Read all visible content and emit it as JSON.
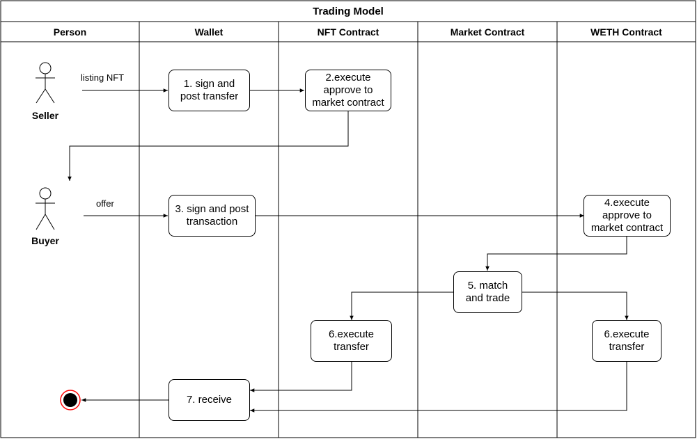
{
  "title": "Trading Model",
  "lanes": [
    {
      "id": "person",
      "label": "Person"
    },
    {
      "id": "wallet",
      "label": "Wallet"
    },
    {
      "id": "nft",
      "label": "NFT Contract"
    },
    {
      "id": "market",
      "label": "Market Contract"
    },
    {
      "id": "weth",
      "label": "WETH Contract"
    }
  ],
  "actors": {
    "seller": "Seller",
    "buyer": "Buyer"
  },
  "nodes": {
    "sign_post_transfer": "1. sign and\npost transfer",
    "execute_approve_nft": "2.execute\napprove to\nmarket contract",
    "sign_post_transaction": "3. sign and post\ntransaction",
    "execute_approve_weth": "4.execute\napprove to\nmarket contract",
    "match_trade": "5. match\nand trade",
    "execute_transfer_nft": "6.execute\ntransfer",
    "execute_transfer_weth": "6.execute\ntransfer",
    "receive": "7. receive"
  },
  "edge_labels": {
    "listing": "listing NFT",
    "offer": "offer"
  },
  "colors": {
    "line": "#000000",
    "end_ring": "#ff0000",
    "end_fill": "#000000"
  }
}
